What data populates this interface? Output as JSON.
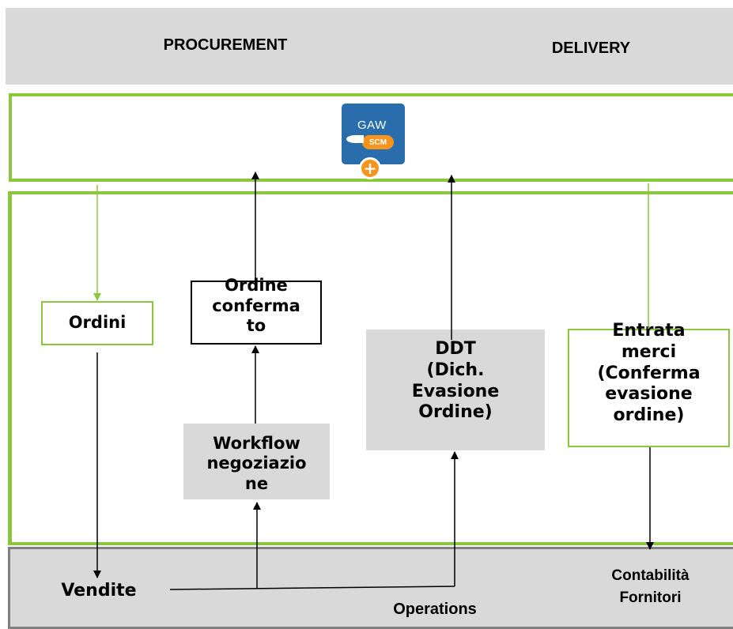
{
  "header": {
    "procurement": "PROCUREMENT",
    "delivery": "DELIVERY"
  },
  "logo": {
    "top_text": "GAW",
    "pill_text": "SCM",
    "plus_symbol": "+"
  },
  "boxes": {
    "ordini": [
      "Ordini"
    ],
    "ordine_confermato": [
      "Ordine",
      "conferma",
      "to"
    ],
    "workflow": [
      "Workflow",
      "negoziazio",
      "ne"
    ],
    "ddt": [
      "DDT",
      "(Dich.",
      "Evasione",
      "Ordine)"
    ],
    "entrata": [
      "Entrata",
      "merci",
      "(Conferma",
      "evasione",
      "ordine)"
    ]
  },
  "bottom": {
    "vendite": "Vendite",
    "operations": "Operations",
    "contabilita": [
      "Contabilità",
      "Fornitori"
    ]
  },
  "colors": {
    "green": "#8cc63f",
    "grey": "#d9d9d9",
    "border_grey": "#808080",
    "logo_blue": "#2a6dad",
    "logo_orange": "#f7941d"
  }
}
